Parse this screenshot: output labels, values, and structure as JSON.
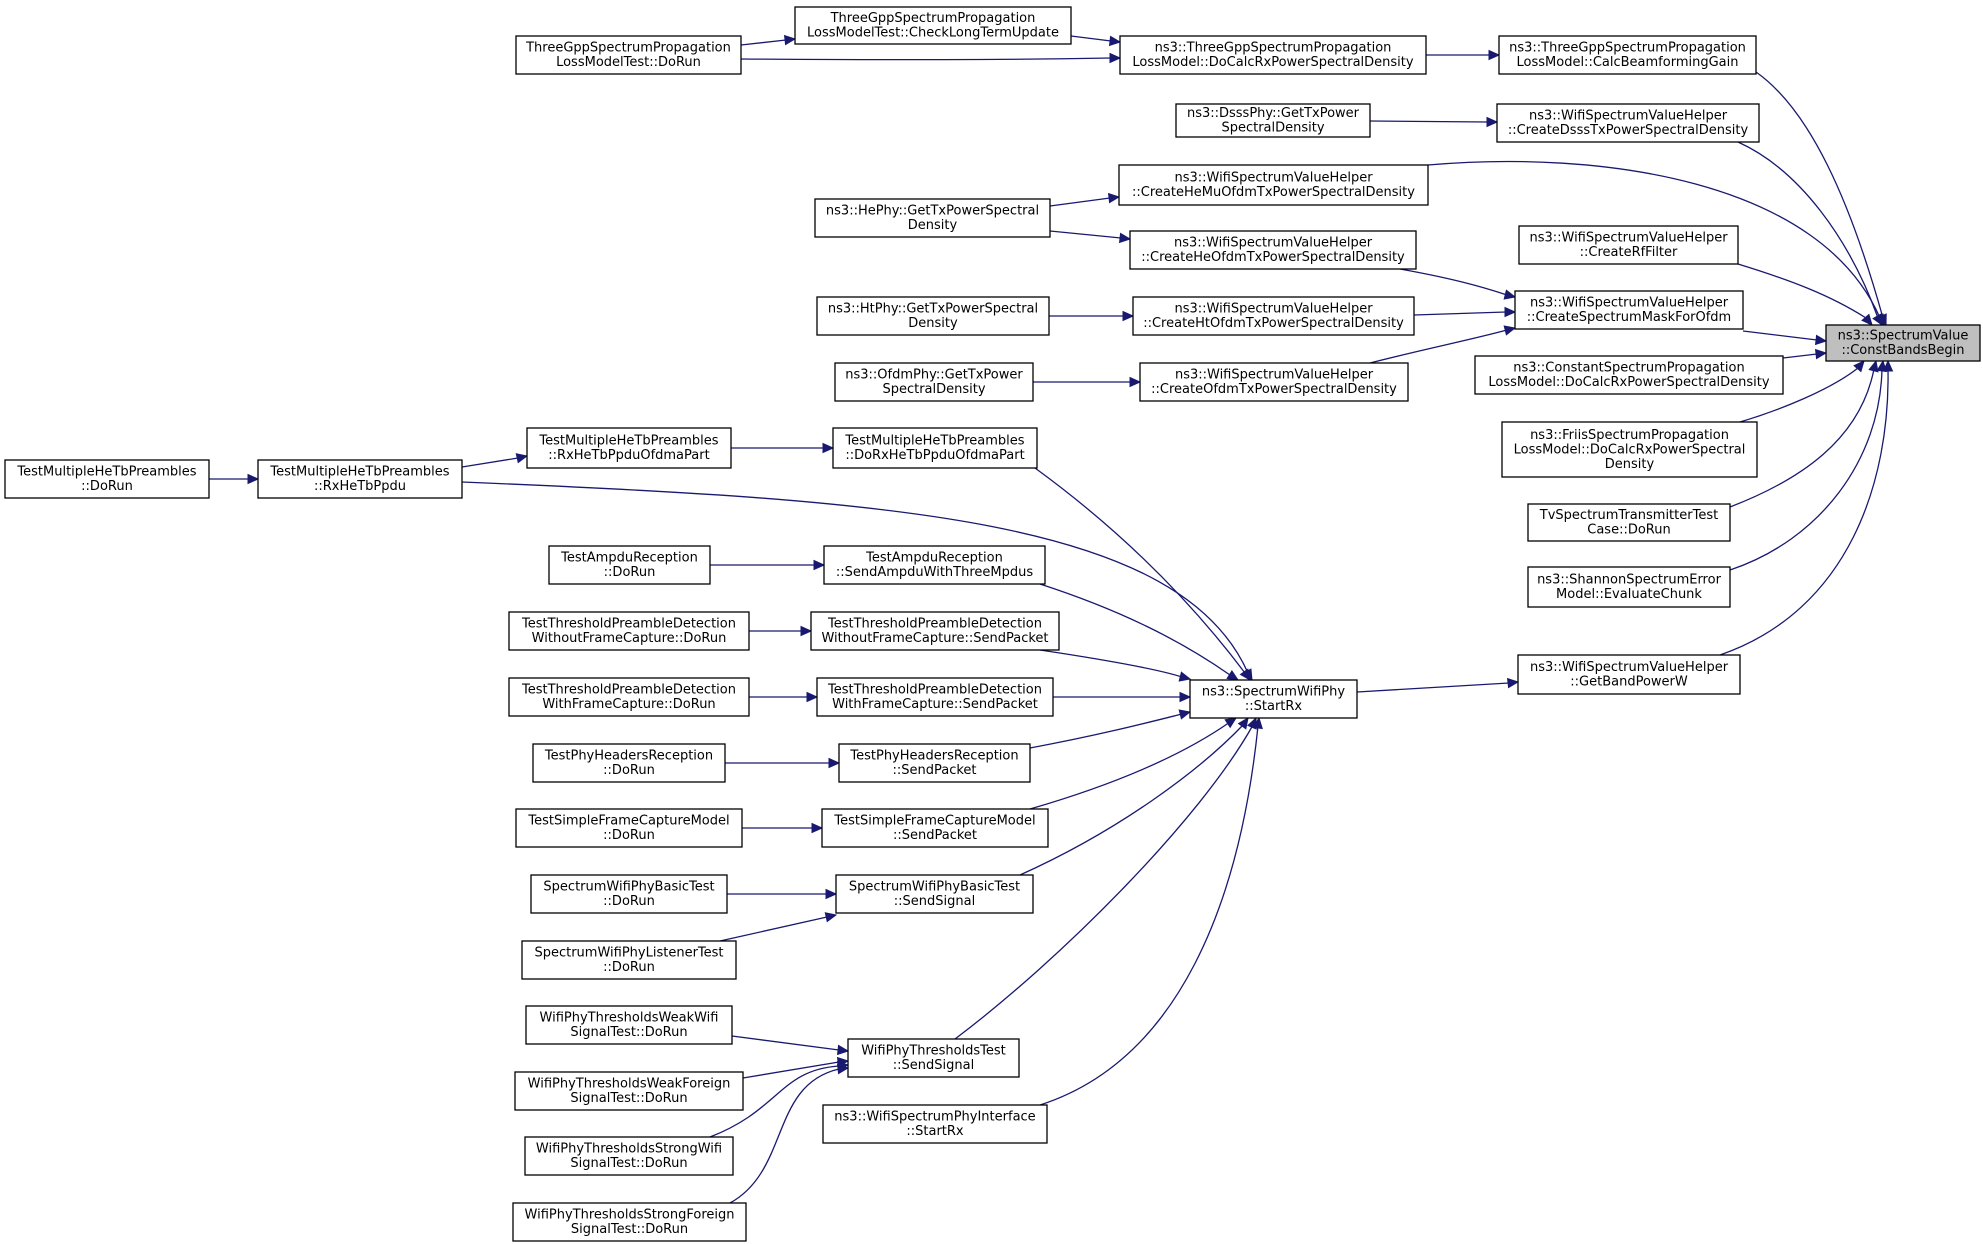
{
  "graph": {
    "root": "cbb",
    "nodes": [
      {
        "id": "cbb",
        "lines": [
          "ns3::SpectrumValue",
          "::ConstBandsBegin"
        ],
        "focus": true
      },
      {
        "id": "gainB",
        "lines": [
          "ns3::ThreeGppSpectrumPropagation",
          "LossModel::CalcBeamformingGain"
        ]
      },
      {
        "id": "dcrx",
        "lines": [
          "ns3::ThreeGppSpectrumPropagation",
          "LossModel::DoCalcRxPowerSpectralDensity"
        ]
      },
      {
        "id": "clt",
        "lines": [
          "ThreeGppSpectrumPropagation",
          "LossModelTest::CheckLongTermUpdate"
        ]
      },
      {
        "id": "tgrun",
        "lines": [
          "ThreeGppSpectrumPropagation",
          "LossModelTest::DoRun"
        ]
      },
      {
        "id": "dsssHelp",
        "lines": [
          "ns3::WifiSpectrumValueHelper",
          "::CreateDsssTxPowerSpectralDensity"
        ]
      },
      {
        "id": "dsssPhy",
        "lines": [
          "ns3::DsssPhy::GetTxPower",
          "SpectralDensity"
        ]
      },
      {
        "id": "hemu",
        "lines": [
          "ns3::WifiSpectrumValueHelper",
          "::CreateHeMuOfdmTxPowerSpectralDensity"
        ]
      },
      {
        "id": "hePhy",
        "lines": [
          "ns3::HePhy::GetTxPowerSpectral",
          "Density"
        ]
      },
      {
        "id": "heofdm",
        "lines": [
          "ns3::WifiSpectrumValueHelper",
          "::CreateHeOfdmTxPowerSpectralDensity"
        ]
      },
      {
        "id": "rf",
        "lines": [
          "ns3::WifiSpectrumValueHelper",
          "::CreateRfFilter"
        ]
      },
      {
        "id": "mask",
        "lines": [
          "ns3::WifiSpectrumValueHelper",
          "::CreateSpectrumMaskForOfdm"
        ]
      },
      {
        "id": "htofdm",
        "lines": [
          "ns3::WifiSpectrumValueHelper",
          "::CreateHtOfdmTxPowerSpectralDensity"
        ]
      },
      {
        "id": "htPhy",
        "lines": [
          "ns3::HtPhy::GetTxPowerSpectral",
          "Density"
        ]
      },
      {
        "id": "ofdm",
        "lines": [
          "ns3::WifiSpectrumValueHelper",
          "::CreateOfdmTxPowerSpectralDensity"
        ]
      },
      {
        "id": "ofdmPhy",
        "lines": [
          "ns3::OfdmPhy::GetTxPower",
          "SpectralDensity"
        ]
      },
      {
        "id": "constProp",
        "lines": [
          "ns3::ConstantSpectrumPropagation",
          "LossModel::DoCalcRxPowerSpectralDensity"
        ]
      },
      {
        "id": "friis",
        "lines": [
          "ns3::FriisSpectrumPropagation",
          "LossModel::DoCalcRxPowerSpectral",
          "Density"
        ]
      },
      {
        "id": "tv",
        "lines": [
          "TvSpectrumTransmitterTest",
          "Case::DoRun"
        ]
      },
      {
        "id": "shannon",
        "lines": [
          "ns3::ShannonSpectrumError",
          "Model::EvaluateChunk"
        ]
      },
      {
        "id": "bandPow",
        "lines": [
          "ns3::WifiSpectrumValueHelper",
          "::GetBandPowerW"
        ]
      },
      {
        "id": "startRx",
        "lines": [
          "ns3::SpectrumWifiPhy",
          "::StartRx"
        ]
      },
      {
        "id": "doRxHe",
        "lines": [
          "TestMultipleHeTbPreambles",
          "::DoRxHeTbPpduOfdmaPart"
        ]
      },
      {
        "id": "rxHeOf",
        "lines": [
          "TestMultipleHeTbPreambles",
          "::RxHeTbPpduOfdmaPart"
        ]
      },
      {
        "id": "rxHe",
        "lines": [
          "TestMultipleHeTbPreambles",
          "::RxHeTbPpdu"
        ]
      },
      {
        "id": "mhRun",
        "lines": [
          "TestMultipleHeTbPreambles",
          "::DoRun"
        ]
      },
      {
        "id": "ampduSend",
        "lines": [
          "TestAmpduReception",
          "::SendAmpduWithThreeMpdus"
        ]
      },
      {
        "id": "ampduRun",
        "lines": [
          "TestAmpduReception",
          "::DoRun"
        ]
      },
      {
        "id": "tpdwoSend",
        "lines": [
          "TestThresholdPreambleDetection",
          "WithoutFrameCapture::SendPacket"
        ]
      },
      {
        "id": "tpdwoRun",
        "lines": [
          "TestThresholdPreambleDetection",
          "WithoutFrameCapture::DoRun"
        ]
      },
      {
        "id": "tpdwSend",
        "lines": [
          "TestThresholdPreambleDetection",
          "WithFrameCapture::SendPacket"
        ]
      },
      {
        "id": "tpdwRun",
        "lines": [
          "TestThresholdPreambleDetection",
          "WithFrameCapture::DoRun"
        ]
      },
      {
        "id": "phSend",
        "lines": [
          "TestPhyHeadersReception",
          "::SendPacket"
        ]
      },
      {
        "id": "phRun",
        "lines": [
          "TestPhyHeadersReception",
          "::DoRun"
        ]
      },
      {
        "id": "sfcSend",
        "lines": [
          "TestSimpleFrameCaptureModel",
          "::SendPacket"
        ]
      },
      {
        "id": "sfcRun",
        "lines": [
          "TestSimpleFrameCaptureModel",
          "::DoRun"
        ]
      },
      {
        "id": "swbSend",
        "lines": [
          "SpectrumWifiPhyBasicTest",
          "::SendSignal"
        ]
      },
      {
        "id": "swbRun",
        "lines": [
          "SpectrumWifiPhyBasicTest",
          "::DoRun"
        ]
      },
      {
        "id": "swlRun",
        "lines": [
          "SpectrumWifiPhyListenerTest",
          "::DoRun"
        ]
      },
      {
        "id": "wptSend",
        "lines": [
          "WifiPhyThresholdsTest",
          "::SendSignal"
        ]
      },
      {
        "id": "wwwRun",
        "lines": [
          "WifiPhyThresholdsWeakWifi",
          "SignalTest::DoRun"
        ]
      },
      {
        "id": "wwfRun",
        "lines": [
          "WifiPhyThresholdsWeakForeign",
          "SignalTest::DoRun"
        ]
      },
      {
        "id": "wswRun",
        "lines": [
          "WifiPhyThresholdsStrongWifi",
          "SignalTest::DoRun"
        ]
      },
      {
        "id": "wsfRun",
        "lines": [
          "WifiPhyThresholdsStrongForeign",
          "SignalTest::DoRun"
        ]
      },
      {
        "id": "wspi",
        "lines": [
          "ns3::WifiSpectrumPhyInterface",
          "::StartRx"
        ]
      }
    ],
    "edges": [
      [
        "gainB",
        "cbb"
      ],
      [
        "dcrx",
        "gainB"
      ],
      [
        "clt",
        "dcrx"
      ],
      [
        "tgrun",
        "dcrx"
      ],
      [
        "tgrun",
        "clt"
      ],
      [
        "dsssHelp",
        "cbb"
      ],
      [
        "dsssPhy",
        "dsssHelp"
      ],
      [
        "hemu",
        "cbb"
      ],
      [
        "hePhy",
        "hemu"
      ],
      [
        "heofdm",
        "mask"
      ],
      [
        "hePhy",
        "heofdm"
      ],
      [
        "rf",
        "cbb"
      ],
      [
        "mask",
        "cbb"
      ],
      [
        "htofdm",
        "mask"
      ],
      [
        "htPhy",
        "htofdm"
      ],
      [
        "ofdm",
        "mask"
      ],
      [
        "ofdmPhy",
        "ofdm"
      ],
      [
        "constProp",
        "cbb"
      ],
      [
        "friis",
        "cbb"
      ],
      [
        "tv",
        "cbb"
      ],
      [
        "shannon",
        "cbb"
      ],
      [
        "bandPow",
        "cbb"
      ],
      [
        "startRx",
        "bandPow"
      ],
      [
        "doRxHe",
        "startRx"
      ],
      [
        "rxHeOf",
        "doRxHe"
      ],
      [
        "rxHe",
        "rxHeOf"
      ],
      [
        "rxHe",
        "startRx"
      ],
      [
        "mhRun",
        "rxHe"
      ],
      [
        "ampduSend",
        "startRx"
      ],
      [
        "ampduRun",
        "ampduSend"
      ],
      [
        "tpdwoSend",
        "startRx"
      ],
      [
        "tpdwoRun",
        "tpdwoSend"
      ],
      [
        "tpdwSend",
        "startRx"
      ],
      [
        "tpdwRun",
        "tpdwSend"
      ],
      [
        "phSend",
        "startRx"
      ],
      [
        "phRun",
        "phSend"
      ],
      [
        "sfcSend",
        "startRx"
      ],
      [
        "sfcRun",
        "sfcSend"
      ],
      [
        "swbSend",
        "startRx"
      ],
      [
        "swbRun",
        "swbSend"
      ],
      [
        "swlRun",
        "swbSend"
      ],
      [
        "wptSend",
        "startRx"
      ],
      [
        "wwwRun",
        "wptSend"
      ],
      [
        "wwfRun",
        "wptSend"
      ],
      [
        "wswRun",
        "wptSend"
      ],
      [
        "wsfRun",
        "wptSend"
      ],
      [
        "wspi",
        "startRx"
      ]
    ]
  }
}
